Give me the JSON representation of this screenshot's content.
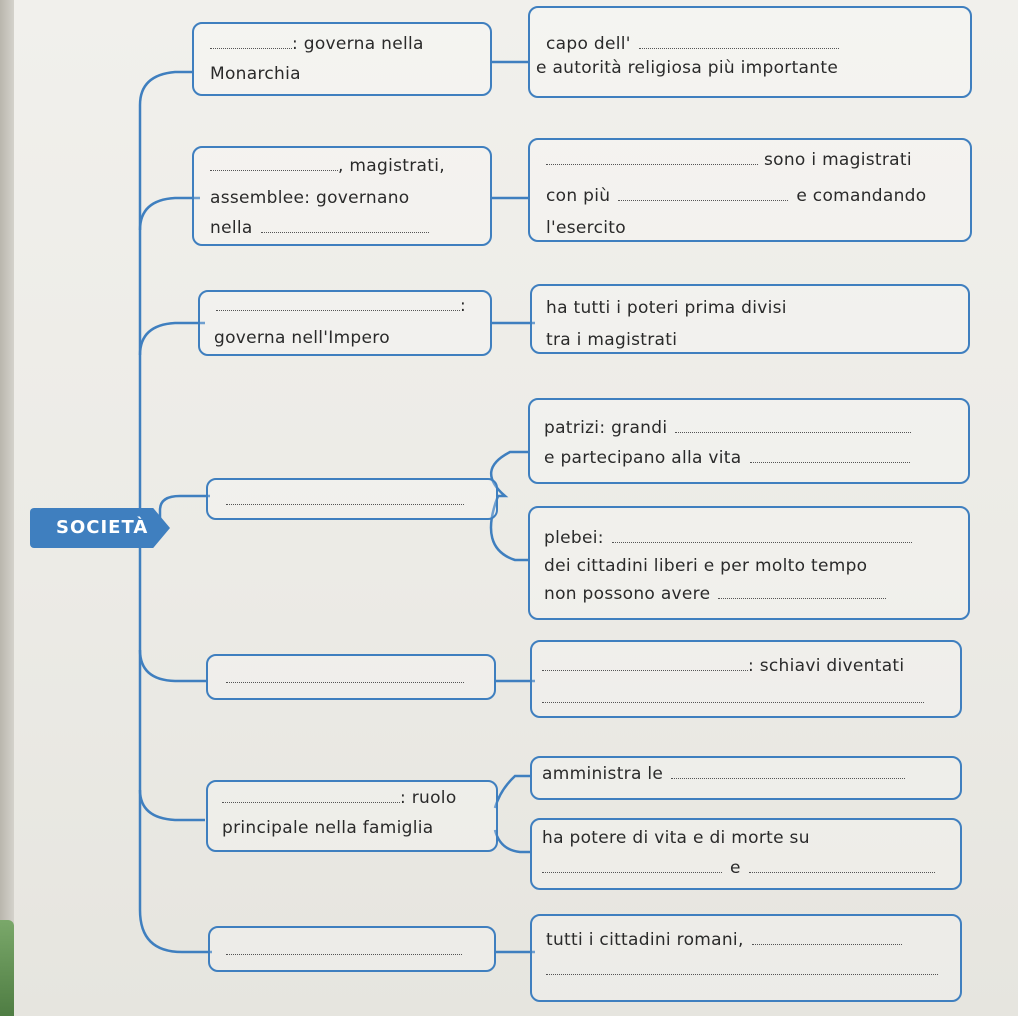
{
  "root": {
    "label": "SOCIETÀ"
  },
  "nodes": [
    {
      "left": {
        "l1": ": governa nella",
        "l2": "Monarchia"
      },
      "right": {
        "l1": "capo dell'",
        "l2": "e autorità religiosa più importante"
      }
    },
    {
      "left": {
        "l1": ", magistrati,",
        "l2": "assemblee: governano",
        "l3": "nella"
      },
      "right": {
        "l1": "sono i magistrati",
        "l2a": "con più",
        "l2b": "e comandando",
        "l3": "l'esercito"
      }
    },
    {
      "left": {
        "l1": ":",
        "l2": "governa nell'Impero"
      },
      "right": {
        "l1": "ha tutti i poteri prima divisi",
        "l2": "tra i magistrati"
      }
    },
    {
      "patrizi": {
        "l1": "patrizi: grandi",
        "l2": "e partecipano alla vita"
      },
      "plebei": {
        "l1": "plebei:",
        "l2": "dei cittadini liberi e per molto tempo",
        "l3": "non possono avere"
      }
    },
    {
      "right": {
        "l1": ": schiavi diventati"
      }
    },
    {
      "left": {
        "l1": ": ruolo",
        "l2": "principale nella famiglia"
      },
      "right_a": {
        "l1": "amministra le"
      },
      "right_b": {
        "l1": "ha potere di vita e di morte su",
        "l2": "e"
      }
    },
    {
      "right": {
        "l1": "tutti i cittadini romani,"
      }
    }
  ],
  "colors": {
    "accent": "#3f7fbf",
    "paper": "#efeeea",
    "text": "#2a2a2a"
  }
}
